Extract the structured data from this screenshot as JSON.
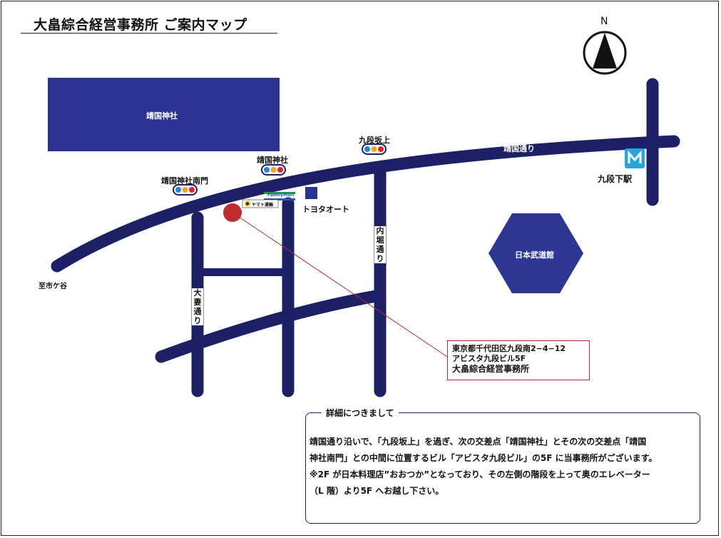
{
  "map": {
    "title": "大畠綜合経営事務所 ご案内マップ",
    "compass_label": "N",
    "colors": {
      "road": "#1e2066",
      "shrine_block": "#2b3392",
      "budokan": "#2e3693",
      "office_marker": "#be2c2c",
      "pointer_line": "#b22a2a"
    },
    "landmarks": {
      "yasukuni_shrine": "靖国神社",
      "budokan": "日本武道館",
      "toyota": "トヨタオート",
      "familymart": "FamilyMart",
      "yamato": "ヤマト運輸",
      "kudanshita_station": "九段下駅",
      "ichigaya": "至市ケ谷"
    },
    "roads": {
      "yasukuni_dori": "靖国通り",
      "uchibori_dori": "内堀通り",
      "otsuma_dori": "大妻通り"
    },
    "intersections": [
      {
        "name": "靖国神社南門",
        "icon": "traffic-light-icon"
      },
      {
        "name": "靖国神社",
        "icon": "traffic-light-icon"
      },
      {
        "name": "九段坂上",
        "icon": "traffic-light-icon"
      }
    ],
    "station_icon": "metro-icon",
    "address": {
      "line1": "東京都千代田区九段南2−4−12",
      "line2": "アビスタ九段ビル5F",
      "name": "大畠綜合経営事務所"
    }
  },
  "details": {
    "title": "詳細につきまして",
    "lines": [
      "靖国通り沿いで、「九段坂上」を過ぎ、次の交差点「靖国神社」とその次の交差点「靖国",
      "神社南門」との中間に位置するビル「アビスタ九段ビル」の5F に当事務所がございます。",
      "※2F が日本料理店”おおつか”となっており、その左側の階段を上って奥のエレベーター",
      "（L 階）より5F へお越し下さい。"
    ]
  }
}
